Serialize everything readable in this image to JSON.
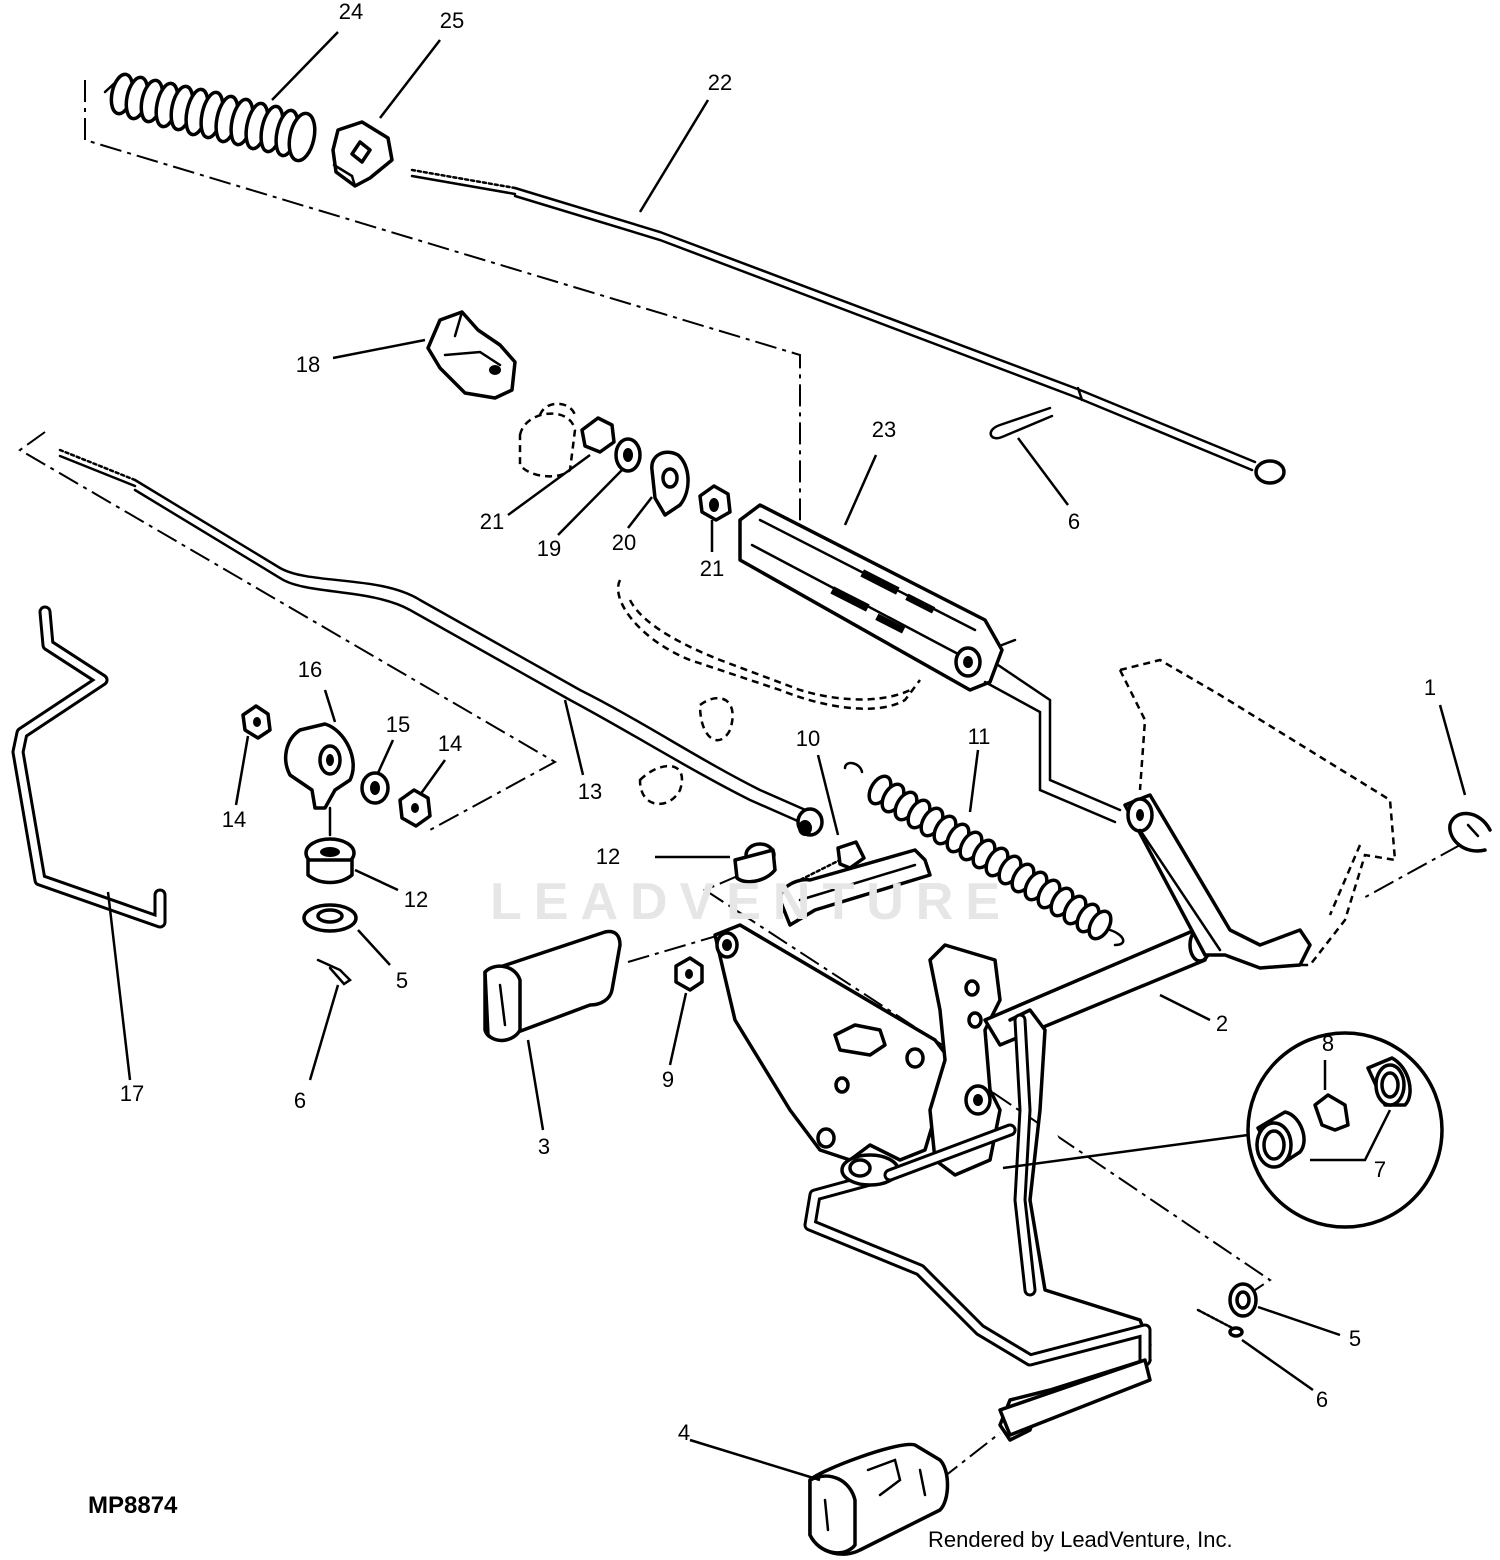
{
  "diagram": {
    "id_code": "MP8874",
    "credit": "Rendered by LeadVenture, Inc.",
    "watermark": "LEADVENTURE"
  },
  "callouts": {
    "c1": "1",
    "c2": "2",
    "c3": "3",
    "c4": "4",
    "c5a": "5",
    "c5b": "5",
    "c6a": "6",
    "c6b": "6",
    "c6c": "6",
    "c7": "7",
    "c8": "8",
    "c9": "9",
    "c10": "10",
    "c11": "11",
    "c12a": "12",
    "c12b": "12",
    "c13": "13",
    "c14a": "14",
    "c14b": "14",
    "c15": "15",
    "c16": "16",
    "c17": "17",
    "c18": "18",
    "c19": "19",
    "c20": "20",
    "c21a": "21",
    "c21b": "21",
    "c22": "22",
    "c23": "23",
    "c24": "24",
    "c25": "25"
  }
}
